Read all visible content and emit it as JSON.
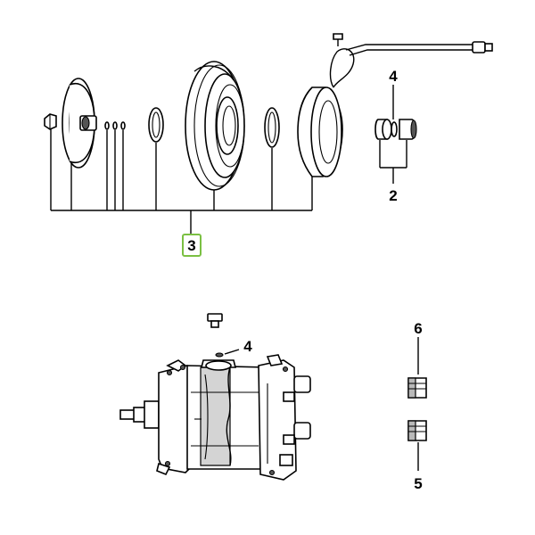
{
  "callouts": {
    "ring_set_top": "4",
    "ring_set_bracket": "2",
    "clutch_assembly": "3",
    "oring_bottom": "4",
    "fitting_top": "6",
    "fitting_bottom": "5"
  },
  "colors": {
    "highlight_border": "#7bc043",
    "ink": "#000000",
    "shade": "#b9b9b9"
  }
}
